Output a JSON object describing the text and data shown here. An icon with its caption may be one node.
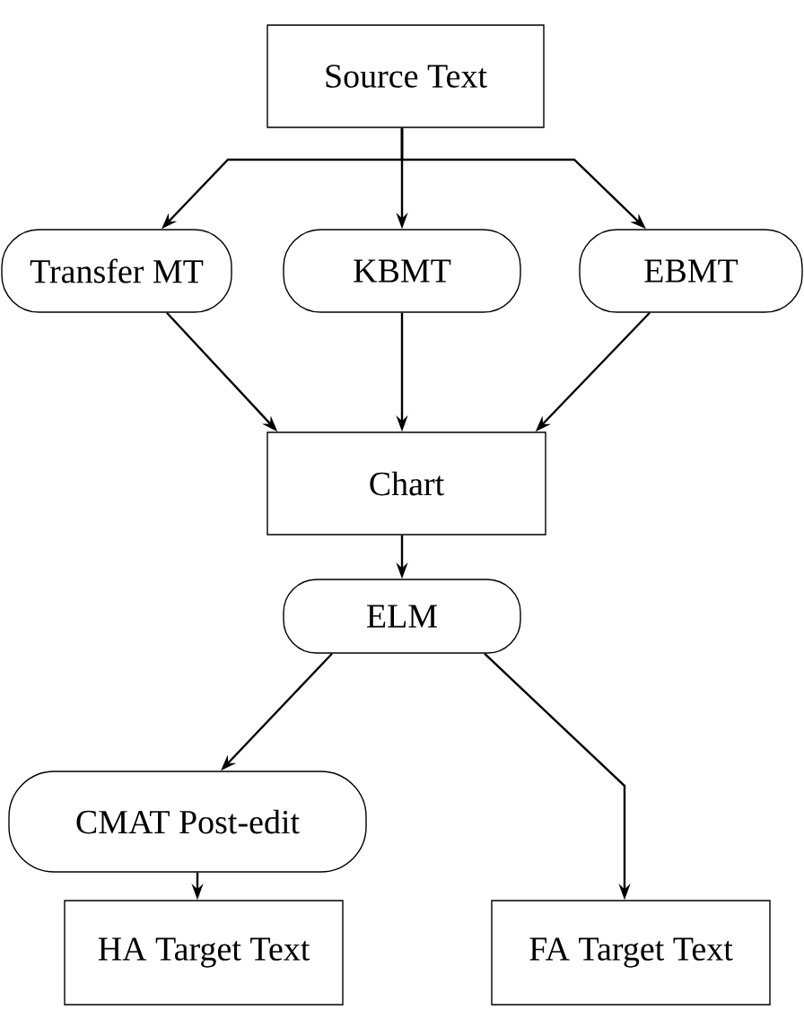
{
  "diagram": {
    "nodes": [
      {
        "text": [
          "Source Text"
        ]
      },
      {
        "text": [
          "Transfer MT"
        ]
      },
      {
        "text": [
          "KBMT"
        ]
      },
      {
        "text": [
          "EBMT"
        ]
      },
      {
        "text": [
          "Chart"
        ]
      },
      {
        "text": [
          "ELM"
        ]
      },
      {
        "text": [
          "CMAT Post-edit"
        ]
      },
      {
        "text": [
          "HA Target Text"
        ]
      },
      {
        "text": [
          "FA Target Text"
        ]
      }
    ],
    "edges": [
      {
        "from": 0,
        "to": 1,
        "arrow": "to"
      },
      {
        "from": 0,
        "to": 2,
        "arrow": "to"
      },
      {
        "from": 0,
        "to": 3,
        "arrow": "to"
      },
      {
        "from": 1,
        "to": 4,
        "arrow": "to"
      },
      {
        "from": 2,
        "to": 4,
        "arrow": "to"
      },
      {
        "from": 3,
        "to": 4,
        "arrow": "to"
      },
      {
        "from": 4,
        "to": 5,
        "arrow": "to"
      },
      {
        "from": 5,
        "to": 6,
        "arrow": "to"
      },
      {
        "from": 5,
        "to": 8,
        "arrow": "to"
      },
      {
        "from": 6,
        "to": 7,
        "arrow": "to"
      }
    ]
  }
}
